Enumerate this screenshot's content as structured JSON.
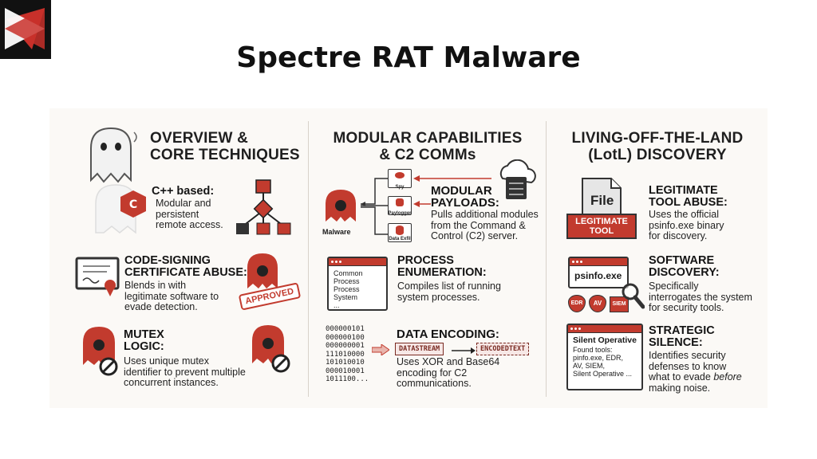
{
  "title": "Spectre RAT Malware",
  "col1": {
    "header": [
      "OVERVIEW &",
      "CORE TECHNIQUES"
    ],
    "cpp": {
      "title": "C++ based:",
      "body": [
        "Modular and",
        "persistent",
        "remote access."
      ]
    },
    "codesign": {
      "title": [
        "CODE-SIGNING",
        "CERTIFICATE ABUSE:"
      ],
      "body": [
        "Blends in with",
        "legitimate software to",
        "evade detection."
      ],
      "stamp": "APPROVED"
    },
    "mutex": {
      "title": [
        "MUTEX",
        "LOGIC:"
      ],
      "body": [
        "Uses unique mutex",
        "identifier to prevent multiple",
        "concurrent instances."
      ]
    }
  },
  "col2": {
    "header": [
      "MODULAR CAPABILITIES",
      "& C2 COMMs"
    ],
    "malware_label": "Malware",
    "modules": [
      "Spy",
      "Paylogger",
      "Data Exfil"
    ],
    "modular": {
      "title": [
        "MODULAR",
        "PAYLOADS:"
      ],
      "body": [
        "Pulls additional modules",
        "from the Command &",
        "Control (C2) server."
      ]
    },
    "process_window": [
      "Common",
      "Process",
      "Process",
      "System",
      "..."
    ],
    "process": {
      "title": [
        "PROCESS",
        "ENUMERATION:"
      ],
      "body": [
        "Compiles list of running",
        "system processes."
      ]
    },
    "binary": [
      "000000101",
      "000000100",
      "000000001",
      "111010000",
      "101010010",
      "000010001",
      "1011100..."
    ],
    "encoding": {
      "title": "DATA ENCODING:",
      "datastream": "DATASTREAM",
      "encodedtext": "ENCODEDTEXT",
      "body": [
        "Uses XOR and Base64",
        "encoding for C2",
        "communications."
      ]
    }
  },
  "col3": {
    "header": [
      "LIVING-OFF-THE-LAND",
      "(LotL) DISCOVERY"
    ],
    "file_label": "File",
    "legit_tag": [
      "LEGITIMATE",
      "TOOL"
    ],
    "legit": {
      "title": [
        "LEGITIMATE",
        "TOOL ABUSE:"
      ],
      "body": [
        "Uses the official",
        "psinfo.exe binary",
        "for discovery."
      ]
    },
    "psinfo_window": "psinfo.exe",
    "badges": [
      "EDR",
      "AV",
      "SIEM"
    ],
    "software": {
      "title": [
        "SOFTWARE",
        "DISCOVERY:"
      ],
      "body": [
        "Specifically",
        "interrogates the system",
        "for security tools."
      ]
    },
    "silent_window": {
      "title": "Silent Operative",
      "lines": [
        "Found tools:",
        "pinfo.exe, EDR,",
        "AV, SIEM,",
        "Silent Operative ..."
      ]
    },
    "strategic": {
      "title": [
        "STRATEGIC",
        "SILENCE:"
      ],
      "body": [
        "Identifies security",
        "defenses to know",
        "what to evade ",
        "before",
        "making noise."
      ]
    }
  },
  "colors": {
    "accent": "#c23b2e",
    "dark": "#1a1a1a",
    "panel": "#fbf9f6"
  }
}
